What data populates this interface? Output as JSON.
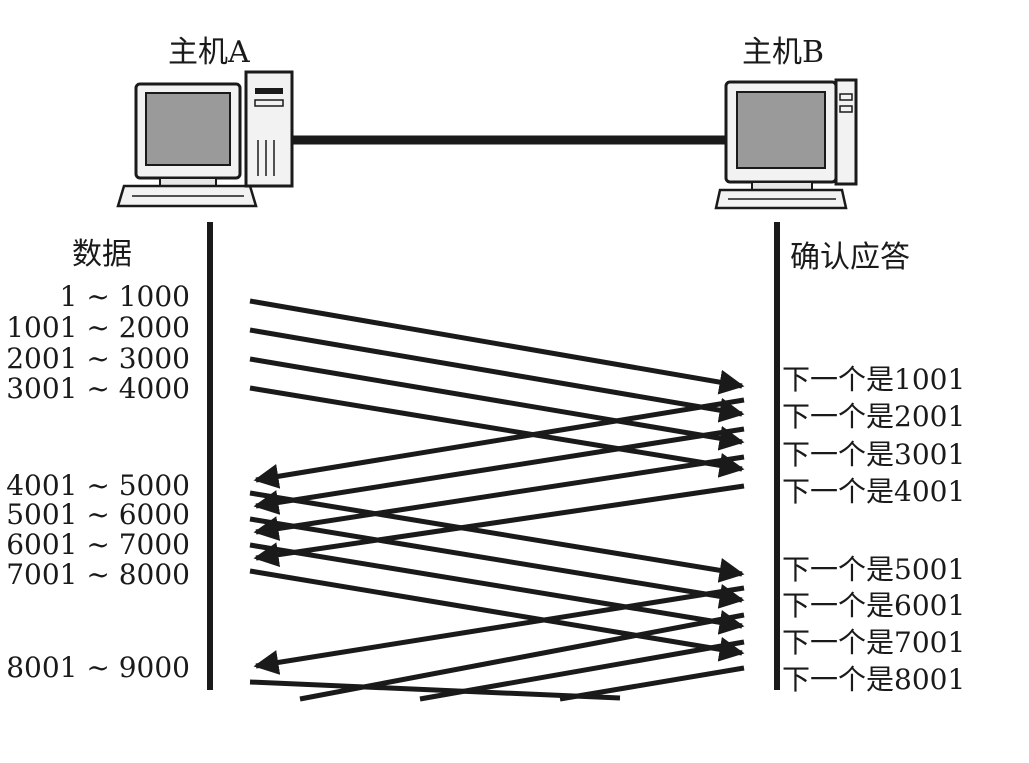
{
  "host_a": {
    "label": "主机A"
  },
  "host_b": {
    "label": "主机B"
  },
  "data_column_title": "数据",
  "ack_column_title": "确认应答",
  "segments": [
    "1 ~ 1000",
    "1001 ~ 2000",
    "2001 ~ 3000",
    "3001 ~ 4000",
    "4001 ~ 5000",
    "5001 ~ 6000",
    "6001 ~ 7000",
    "7001 ~ 8000",
    "8001 ~ 9000"
  ],
  "acks": [
    "下一个是1001",
    "下一个是2001",
    "下一个是3001",
    "下一个是4001",
    "下一个是5001",
    "下一个是6001",
    "下一个是7001",
    "下一个是8001"
  ],
  "colors": {
    "ink": "#1a1a1a",
    "screen": "#9a9a9a",
    "background": "#ffffff"
  }
}
